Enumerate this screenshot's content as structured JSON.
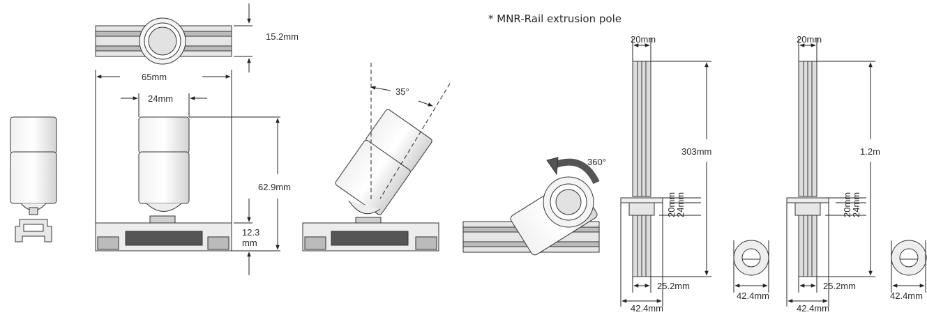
{
  "title": "* MNR-Rail extrusion pole",
  "dimensions": {
    "top_height": "15.2mm",
    "front_width": "65mm",
    "front_body_width": "24mm",
    "front_height": "62.9mm",
    "base_height_line1": "12.3",
    "base_height_line2": "mm",
    "tilt_angle": "35°",
    "rotation_angle": "360°"
  },
  "pole_short": {
    "top_width": "20mm",
    "length": "303mm",
    "flange_h1": "20mm",
    "flange_h2": "24mm",
    "inner_width": "25.2mm",
    "outer_width": "42.4mm",
    "end_view_width": "42.4mm"
  },
  "pole_long": {
    "top_width": "20mm",
    "length": "1.2m",
    "flange_h1": "20mm",
    "flange_h2": "24mm",
    "inner_width": "25.2mm",
    "outer_width": "42.4mm",
    "end_view_width": "42.4mm"
  }
}
